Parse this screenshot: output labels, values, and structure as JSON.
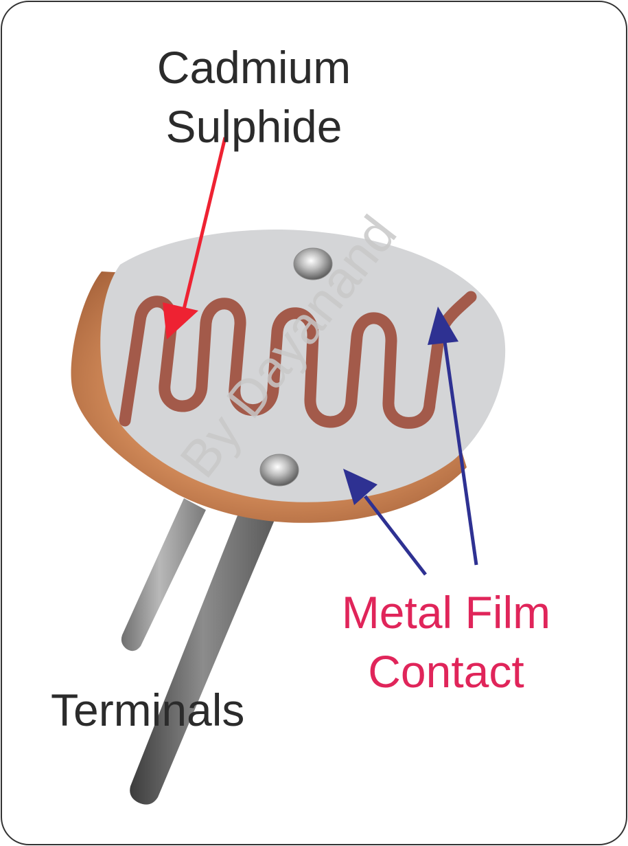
{
  "labels": {
    "cadmium_line1": "Cadmium",
    "cadmium_line2": "Sulphide",
    "metal_line1": "Metal Film",
    "metal_line2": "Contact",
    "terminals": "Terminals"
  },
  "watermark": "By Dayanand",
  "colors": {
    "label_dark": "#2b2b2b",
    "label_metal": "#e0255a",
    "arrow_red": "#ee2232",
    "arrow_blue": "#2e3192",
    "track": "#a35a4a",
    "disc_face": "#d4d5d7",
    "disc_rim": "#c98455",
    "watermark": "#c8c8c8"
  }
}
